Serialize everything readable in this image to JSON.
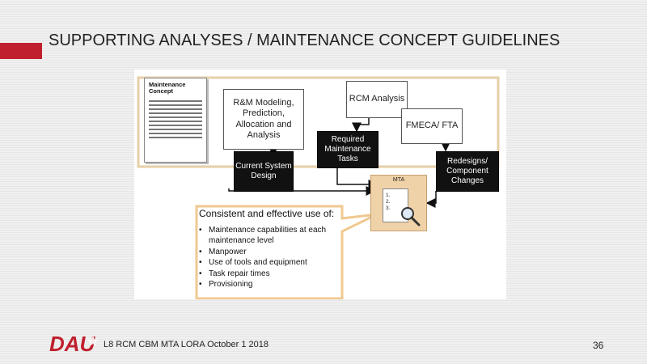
{
  "slide": {
    "title": "SUPPORTING ANALYSES / MAINTENANCE CONCEPT GUIDELINES",
    "page_number": "36",
    "footer_text": "L8 RCM CBM MTA LORA October 1 2018",
    "logo_text": "DAU",
    "accent_color": "#c0202e"
  },
  "diagram": {
    "doc_title": "Maintenance Concept",
    "rm_box": "R&M Modeling, Prediction, Allocation and Analysis",
    "rcm_box": "RCM Analysis",
    "fmeca_box": "FMECA/ FTA",
    "current_design": "Current System Design",
    "required_tasks": "Required Maintenance Tasks",
    "redesigns": "Redesigns/ Component Changes",
    "mta": {
      "label": "MTA",
      "items": [
        "1.",
        "2.",
        "3."
      ]
    },
    "consistent": {
      "title": "Consistent and effective use of:",
      "items": [
        "Maintenance capabilities at each maintenance level",
        "Manpower",
        "Use of tools and equipment",
        "Task repair times",
        "Provisioning"
      ]
    },
    "colors": {
      "callout_border": "#f0c890",
      "dark_box": "#111111"
    }
  }
}
